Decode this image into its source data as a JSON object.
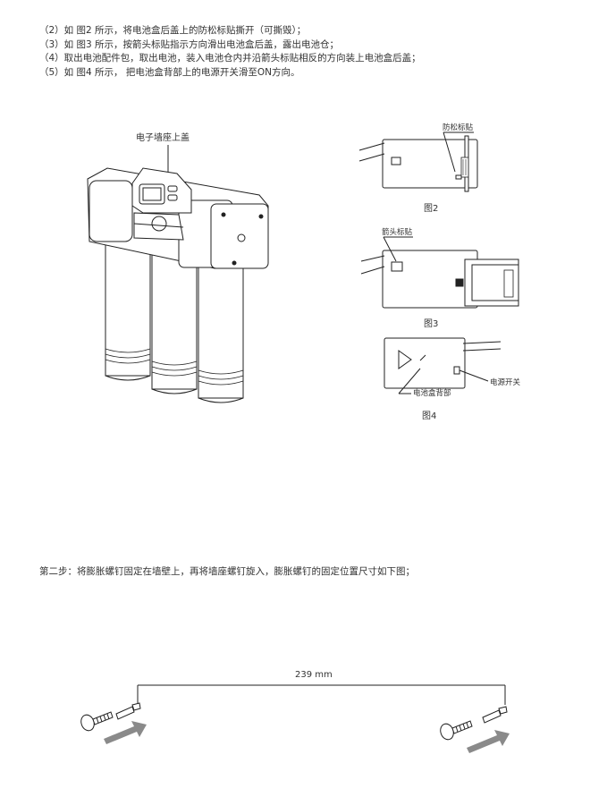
{
  "steps": [
    "（2）如 图2 所示，将电池盒后盖上的防松标贴撕开（可撕毁）；",
    "（3）如 图3 所示，按箭头标贴指示方向滑出电池盒后盖，露出电池仓；",
    "（4）取出电池配件包，取出电池，装入电池仓内并沿箭头标贴相反的方向装上电池盒后盖；",
    "（5）如 图4 所示， 把电池盒背部上的电源开关滑至ON方向。"
  ],
  "figures": {
    "main_label": "电子墙座上盖",
    "fig2": {
      "caption": "图2",
      "label": "防松标贴"
    },
    "fig3": {
      "caption": "图3",
      "label": "箭头标贴"
    },
    "fig4": {
      "caption": "图4",
      "label_back": "电池盒背部",
      "label_switch": "电源开关"
    }
  },
  "step2": "第二步：将膨胀螺钉固定在墙壁上，再将墙座螺钉旋入，膨胀螺钉的固定位置尺寸如下图；",
  "dimension": {
    "label": "239 mm"
  },
  "colors": {
    "text": "#333333",
    "line": "#222222",
    "arrow": "#8a8a8a"
  }
}
